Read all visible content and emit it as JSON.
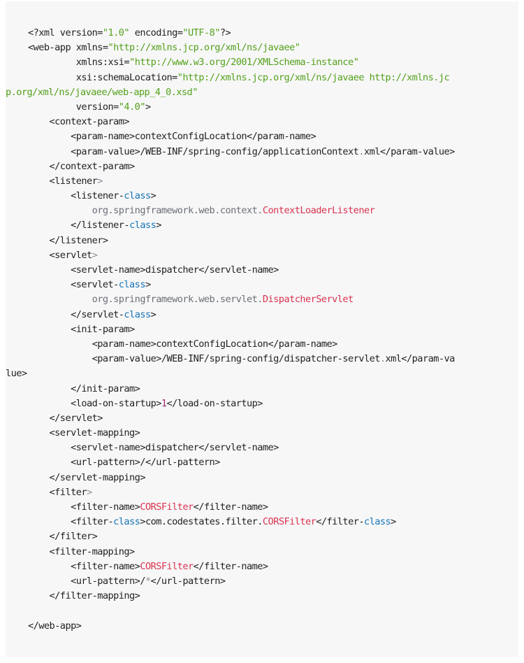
{
  "colors": {
    "background": "#f7f7f8",
    "text": "#1f1f1f",
    "string": "#53a11a",
    "class_highlight": "#d9334e",
    "keyword_blue": "#1472b5",
    "punctuation_gray": "#8a8f98",
    "number": "#a2286a",
    "package": "#6b6f76"
  },
  "code_lines": [
    {
      "wrap": false,
      "tokens": [
        {
          "t": "<?xml version=",
          "c": "tag"
        },
        {
          "t": "\"1.0\"",
          "c": "str"
        },
        {
          "t": " encoding=",
          "c": "tag"
        },
        {
          "t": "\"UTF-8\"",
          "c": "str"
        },
        {
          "t": "?>",
          "c": "tag"
        }
      ]
    },
    {
      "wrap": false,
      "tokens": [
        {
          "t": "<web-app xmlns=",
          "c": "tag"
        },
        {
          "t": "\"http://xmlns.jcp.org/xml/ns/javaee\"",
          "c": "str"
        }
      ]
    },
    {
      "wrap": false,
      "tokens": [
        {
          "t": "         xmlns:xsi=",
          "c": "tag"
        },
        {
          "t": "\"http://www.w3.org/2001/XMLSchema-instance\"",
          "c": "str"
        }
      ]
    },
    {
      "wrap": false,
      "tokens": [
        {
          "t": "         xsi:schemaLocation=",
          "c": "tag"
        },
        {
          "t": "\"http://xmlns.jcp.org/xml/ns/javaee http://xmlns.jc",
          "c": "str"
        }
      ]
    },
    {
      "wrap": true,
      "tokens": [
        {
          "t": "p.org/xml/ns/javaee/web-app_4_0.xsd\"",
          "c": "str"
        }
      ]
    },
    {
      "wrap": false,
      "tokens": [
        {
          "t": "         version=",
          "c": "tag"
        },
        {
          "t": "\"4.0\"",
          "c": "str"
        },
        {
          "t": ">",
          "c": "tag"
        }
      ]
    },
    {
      "wrap": false,
      "tokens": [
        {
          "t": "    <context-param>",
          "c": "tag"
        }
      ]
    },
    {
      "wrap": false,
      "tokens": [
        {
          "t": "        <param-name>contextConfigLocation</param-name>",
          "c": "tag"
        }
      ]
    },
    {
      "wrap": false,
      "tokens": [
        {
          "t": "        <param-value>/WEB-INF/spring-config/applicationContext",
          "c": "tag"
        },
        {
          "t": ".",
          "c": "gray"
        },
        {
          "t": "xml</param-value>",
          "c": "tag"
        }
      ]
    },
    {
      "wrap": false,
      "tokens": [
        {
          "t": "    </context-param>",
          "c": "tag"
        }
      ]
    },
    {
      "wrap": false,
      "tokens": [
        {
          "t": "    <listener",
          "c": "tag"
        },
        {
          "t": ">",
          "c": "gray"
        }
      ]
    },
    {
      "wrap": false,
      "tokens": [
        {
          "t": "        <listener-",
          "c": "tag"
        },
        {
          "t": "class",
          "c": "blue"
        },
        {
          "t": ">",
          "c": "tag"
        }
      ]
    },
    {
      "wrap": false,
      "tokens": [
        {
          "t": "            org.springframework.web.context.",
          "c": "pkg"
        },
        {
          "t": "ContextLoaderListener",
          "c": "red"
        }
      ]
    },
    {
      "wrap": false,
      "tokens": [
        {
          "t": "        </listener-",
          "c": "tag"
        },
        {
          "t": "class",
          "c": "blue"
        },
        {
          "t": ">",
          "c": "tag"
        }
      ]
    },
    {
      "wrap": false,
      "tokens": [
        {
          "t": "    </listener>",
          "c": "tag"
        }
      ]
    },
    {
      "wrap": false,
      "tokens": [
        {
          "t": "    <servlet",
          "c": "tag"
        },
        {
          "t": ">",
          "c": "gray"
        }
      ]
    },
    {
      "wrap": false,
      "tokens": [
        {
          "t": "        <servlet-name>dispatcher</servlet-name>",
          "c": "tag"
        }
      ]
    },
    {
      "wrap": false,
      "tokens": [
        {
          "t": "        <servlet-",
          "c": "tag"
        },
        {
          "t": "class",
          "c": "blue"
        },
        {
          "t": ">",
          "c": "tag"
        }
      ]
    },
    {
      "wrap": false,
      "tokens": [
        {
          "t": "            org.springframework.web.servlet.",
          "c": "pkg"
        },
        {
          "t": "DispatcherServlet",
          "c": "red"
        }
      ]
    },
    {
      "wrap": false,
      "tokens": [
        {
          "t": "        </servlet-",
          "c": "tag"
        },
        {
          "t": "class",
          "c": "blue"
        },
        {
          "t": ">",
          "c": "tag"
        }
      ]
    },
    {
      "wrap": false,
      "tokens": [
        {
          "t": "        <init-param>",
          "c": "tag"
        }
      ]
    },
    {
      "wrap": false,
      "tokens": [
        {
          "t": "            <param-name>contextConfigLocation</param-name>",
          "c": "tag"
        }
      ]
    },
    {
      "wrap": false,
      "tokens": [
        {
          "t": "            <param-value>/WEB-INF/spring-config/dispatcher-servlet",
          "c": "tag"
        },
        {
          "t": ".",
          "c": "gray"
        },
        {
          "t": "xml</param-va",
          "c": "tag"
        }
      ]
    },
    {
      "wrap": true,
      "tokens": [
        {
          "t": "lue>",
          "c": "tag"
        }
      ]
    },
    {
      "wrap": false,
      "tokens": [
        {
          "t": "        </init-param>",
          "c": "tag"
        }
      ]
    },
    {
      "wrap": false,
      "tokens": [
        {
          "t": "        <load-on-startup>",
          "c": "tag"
        },
        {
          "t": "1",
          "c": "num"
        },
        {
          "t": "</load-on-startup>",
          "c": "tag"
        }
      ]
    },
    {
      "wrap": false,
      "tokens": [
        {
          "t": "    </servlet>",
          "c": "tag"
        }
      ]
    },
    {
      "wrap": false,
      "tokens": [
        {
          "t": "    <servlet-mapping>",
          "c": "tag"
        }
      ]
    },
    {
      "wrap": false,
      "tokens": [
        {
          "t": "        <servlet-name>dispatcher</servlet-name>",
          "c": "tag"
        }
      ]
    },
    {
      "wrap": false,
      "tokens": [
        {
          "t": "        <url-pattern>/</url-pattern>",
          "c": "tag"
        }
      ]
    },
    {
      "wrap": false,
      "tokens": [
        {
          "t": "    </servlet-mapping>",
          "c": "tag"
        }
      ]
    },
    {
      "wrap": false,
      "tokens": [
        {
          "t": "    <filter",
          "c": "tag"
        },
        {
          "t": ">",
          "c": "gray"
        }
      ]
    },
    {
      "wrap": false,
      "tokens": [
        {
          "t": "        <filter-name>",
          "c": "tag"
        },
        {
          "t": "CORSFilter",
          "c": "red"
        },
        {
          "t": "</filter-name>",
          "c": "tag"
        }
      ]
    },
    {
      "wrap": false,
      "tokens": [
        {
          "t": "        <filter-",
          "c": "tag"
        },
        {
          "t": "class",
          "c": "blue"
        },
        {
          "t": ">com.codestates.filter.",
          "c": "tag"
        },
        {
          "t": "CORSFilter",
          "c": "red"
        },
        {
          "t": "</filter-",
          "c": "tag"
        },
        {
          "t": "class",
          "c": "blue"
        },
        {
          "t": ">",
          "c": "tag"
        }
      ]
    },
    {
      "wrap": false,
      "tokens": [
        {
          "t": "    </filter>",
          "c": "tag"
        }
      ]
    },
    {
      "wrap": false,
      "tokens": [
        {
          "t": "    <filter-mapping>",
          "c": "tag"
        }
      ]
    },
    {
      "wrap": false,
      "tokens": [
        {
          "t": "        <filter-name>",
          "c": "tag"
        },
        {
          "t": "CORSFilter",
          "c": "red"
        },
        {
          "t": "</filter-name>",
          "c": "tag"
        }
      ]
    },
    {
      "wrap": false,
      "tokens": [
        {
          "t": "        <url-pattern>/",
          "c": "tag"
        },
        {
          "t": "*",
          "c": "gray"
        },
        {
          "t": "</url-pattern>",
          "c": "tag"
        }
      ]
    },
    {
      "wrap": false,
      "tokens": [
        {
          "t": "    </filter-mapping>",
          "c": "tag"
        }
      ]
    },
    {
      "wrap": false,
      "tokens": [
        {
          "t": "",
          "c": "tag"
        }
      ]
    },
    {
      "wrap": false,
      "tokens": [
        {
          "t": "</web-app>",
          "c": "tag"
        }
      ]
    }
  ]
}
